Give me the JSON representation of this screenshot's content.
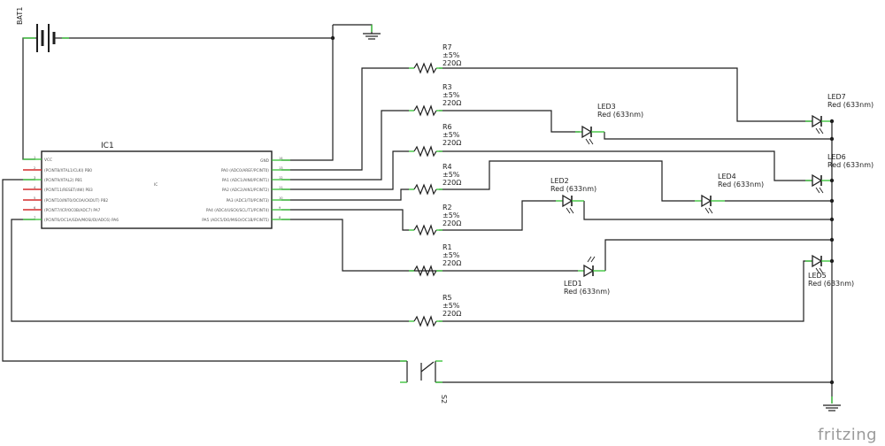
{
  "battery": {
    "ref": "BAT1"
  },
  "ic": {
    "ref": "IC1",
    "label": "IC",
    "left_pins": [
      {
        "name": "VCC",
        "num": "1"
      },
      {
        "name": "(PCINT8/XTAL1/CLKI) PB0",
        "num": "2"
      },
      {
        "name": "(PCINT9/XTAL2) PB1",
        "num": "3"
      },
      {
        "name": "(PCINT11/RESET/dW) PB3",
        "num": "4"
      },
      {
        "name": "(PCINT10/INT0/OC0A/CKOUT) PB2",
        "num": "5"
      },
      {
        "name": "(PCINT7/ICP/OC0B/ADC7) PA7",
        "num": "6"
      },
      {
        "name": "(PCINT6/OC1A/SDA/MOSI/DI/ADC6) PA6",
        "num": "7"
      }
    ],
    "right_pins": [
      {
        "name": "GND",
        "num": "14"
      },
      {
        "name": "PA0 (ADC0/AREF/PCINT0)",
        "num": "13"
      },
      {
        "name": "PA1 (ADC1/AIN0/PCINT1)",
        "num": "12"
      },
      {
        "name": "PA2 (ADC2/AIN1/PCINT2)",
        "num": "11"
      },
      {
        "name": "PA3 (ADC3/T0/PCINT3)",
        "num": "10"
      },
      {
        "name": "PA4 (ADC4/USCK/SCL/T1/PCINT4)",
        "num": "9"
      },
      {
        "name": "PA5 (ADC5/DO/MISO/OC1B/PCINT5)",
        "num": "8"
      }
    ]
  },
  "resistors": [
    {
      "ref": "R7",
      "tol": "±5%",
      "value": "220Ω"
    },
    {
      "ref": "R3",
      "tol": "±5%",
      "value": "220Ω"
    },
    {
      "ref": "R6",
      "tol": "±5%",
      "value": "220Ω"
    },
    {
      "ref": "R4",
      "tol": "±5%",
      "value": "220Ω"
    },
    {
      "ref": "R2",
      "tol": "±5%",
      "value": "220Ω"
    },
    {
      "ref": "R1",
      "tol": "±5%",
      "value": "220Ω"
    },
    {
      "ref": "R5",
      "tol": "±5%",
      "value": "220Ω"
    }
  ],
  "leds": [
    {
      "ref": "LED7",
      "color": "Red (633nm)"
    },
    {
      "ref": "LED3",
      "color": "Red (633nm)"
    },
    {
      "ref": "LED6",
      "color": "Red (633nm)"
    },
    {
      "ref": "LED4",
      "color": "Red (633nm)"
    },
    {
      "ref": "LED2",
      "color": "Red (633nm)"
    },
    {
      "ref": "LED1",
      "color": "Red (633nm)"
    },
    {
      "ref": "LED5",
      "color": "Red (633nm)"
    }
  ],
  "switch": {
    "ref": "S2"
  },
  "brand": "fritzing",
  "colors": {
    "wire": "#1e1e1e",
    "pin_end": "#2fbf2f",
    "unconnected_pin": "#d42b2b",
    "brand": "#9b9b9b"
  }
}
